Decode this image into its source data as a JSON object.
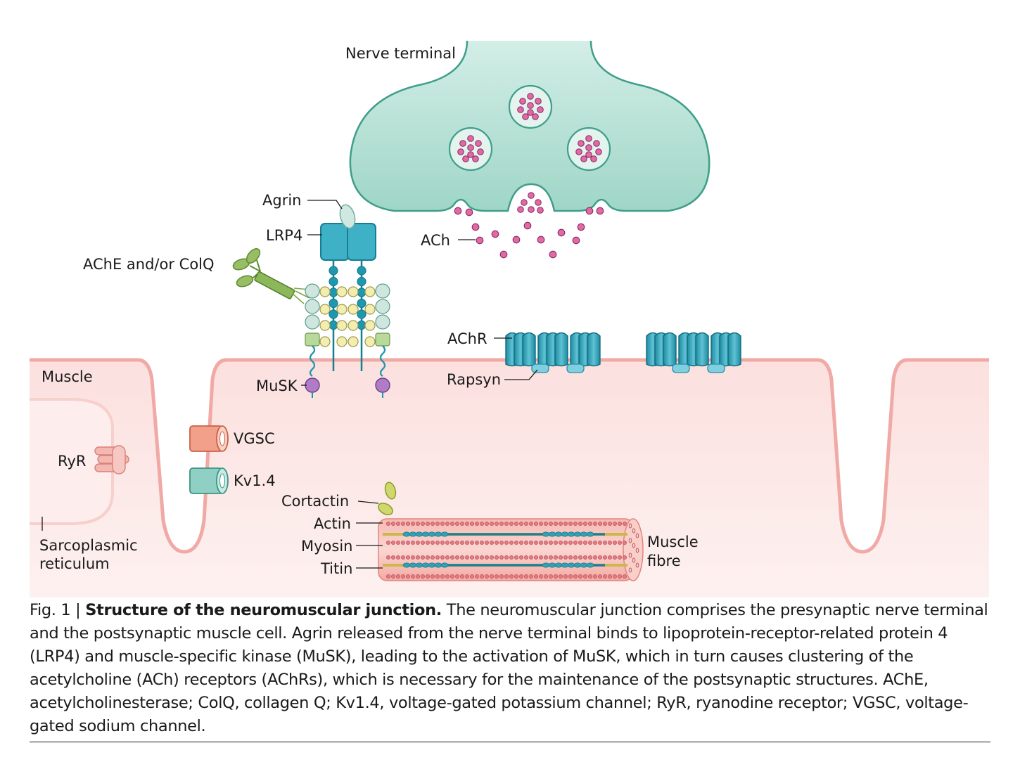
{
  "labels": {
    "nerve_terminal": "Nerve terminal",
    "agrin": "Agrin",
    "lrp4": "LRP4",
    "ache_colq": "AChE and/or ColQ",
    "ach": "ACh",
    "achr": "AChR",
    "rapsyn": "Rapsyn",
    "muscle": "Muscle",
    "musk": "MuSK",
    "vgsc": "VGSC",
    "kv14": "Kv1.4",
    "ryr": "RyR",
    "cortactin": "Cortactin",
    "actin": "Actin",
    "myosin": "Myosin",
    "titin": "Titin",
    "muscle_fibre_1": "Muscle",
    "muscle_fibre_2": "fibre",
    "sarcoplasmic_1": "Sarcoplasmic",
    "sarcoplasmic_2": "reticulum"
  },
  "caption": {
    "fig_no": "Fig. 1 | ",
    "title": "Structure of the neuromuscular junction.",
    "body": " The neuromuscular junction comprises the presynaptic nerve terminal and the postsynaptic muscle cell. Agrin released from the nerve terminal binds to lipoprotein-receptor-related protein 4 (LRP4) and muscle-specific kinase (MuSK), leading to the activation of MuSK, which in turn causes clustering of the acetylcholine (ACh) receptors (AChRs), which is necessary for the maintenance of the postsynaptic structures. AChE, acetylcholinesterase; ColQ, collagen Q; Kv1.4, voltage-gated potassium channel; RyR, ryanodine receptor; VGSC, voltage-gated sodium channel."
  },
  "colors": {
    "nerve_fill": "#bfe3d9",
    "nerve_stroke": "#3f9e8a",
    "vesicle_dot": "#e06aa6",
    "muscle_fill": "#fbe4e2",
    "muscle_stroke": "#f0a9a5",
    "receptor": "#2aa0b6",
    "receptor_dark": "#157e92",
    "rapsyn": "#7fcfe0",
    "yellow_domain": "#f3eeb0",
    "pale_domain": "#cfe6df",
    "green_domain": "#b9d99a",
    "musk_bulb": "#b07cc6",
    "vgsc": "#f2a08a",
    "kv": "#8fcfc4",
    "ryr": "#f4b8b2",
    "fibre": "#f4a8a0"
  }
}
